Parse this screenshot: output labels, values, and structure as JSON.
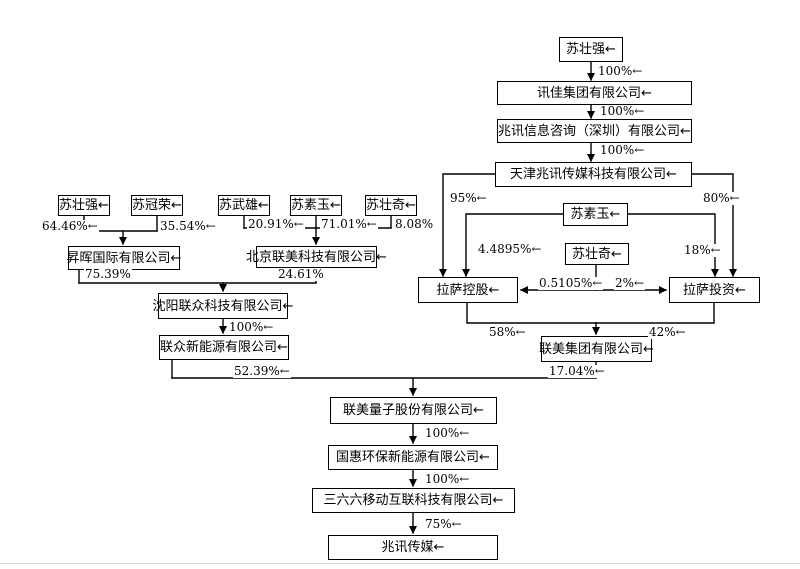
{
  "colors": {
    "line": "#000000",
    "box_border": "#000000",
    "box_bg": "#ffffff",
    "divider": "#d9d9d9"
  },
  "nodes": {
    "su_zhuangqiang_top": "苏壮强←",
    "xunjia_group": "讯佳集团有限公司←",
    "zhaoxun_consulting": "兆讯信息咨询（深圳）有限公司←",
    "tianjin_zhaoxun": "天津兆讯传媒科技有限公司←",
    "su_suyu_right": "苏素玉←",
    "su_zhuangqi_right": "苏壮奇←",
    "lasa_holding": "拉萨控股←",
    "lasa_investment": "拉萨投资←",
    "lianmei_group": "联美集团有限公司←",
    "su_zhuangqiang_left": "苏壮强←",
    "su_guanrong": "苏冠荣←",
    "su_wuxiong": "苏武雄←",
    "su_suyu_left": "苏素玉←",
    "su_zhuangqi_left": "苏壮奇←",
    "shenghui_intl": "昇晖国际有限公司←",
    "beijing_lianmei": "北京联美科技有限公司←",
    "shenyang_lianzhong": "沈阳联众科技有限公司←",
    "lianzhong_energy": "联众新能源有限公司←",
    "lianmei_quantum": "联美量子股份有限公司←",
    "guohui_env": "国惠环保新能源有限公司←",
    "sanliuliu_mobile": "三六六移动互联科技有限公司←",
    "zhaoxun_media": "兆讯传媒←"
  },
  "edges": {
    "su_to_xunjia": "100%←",
    "xunjia_to_zhaoxun_info": "100%←",
    "zhaoxun_info_to_tianjin": "100%←",
    "tianjin_to_lasa_holding": "95%←",
    "tianjin_to_lasa_investment": "80%←",
    "susuyu_to_lasa_holding": "4.4895%←",
    "susuyu_to_lasa_investment": "18%←",
    "suzhuangqi_to_lasa_holding": "0.5105%←",
    "suzhuangqi_to_lasa_investment": "2%←",
    "lasa_holding_to_lianmei_group": "58%←",
    "lasa_investment_to_lianmei_group": "42%←",
    "su_zhuangqiang_to_shenghui": "64.46%←",
    "su_guanrong_to_shenghui": "35.54%←",
    "su_wuxiong_to_beijing": "20.91%←",
    "su_suyu_to_beijing": "71.01%←",
    "su_zhuangqi_to_beijing": "8.08%",
    "shenghui_to_shenyang": "75.39%",
    "beijing_to_shenyang": "24.61%",
    "shenyang_to_lianzhong": "100%←",
    "lianzhong_to_quantum": "52.39%←",
    "lianmei_group_to_quantum": "17.04%←",
    "quantum_to_guohui": "100%←",
    "guohui_to_366": "100%←",
    "p366_to_zhaoxun_media": "75%←"
  }
}
